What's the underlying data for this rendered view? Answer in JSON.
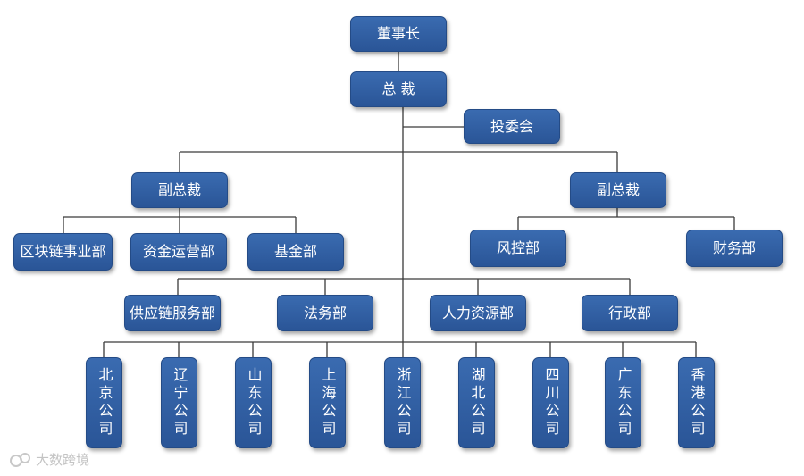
{
  "chairman": "董事长",
  "president": "总 裁",
  "investment_committee": "投委会",
  "vp_left": {
    "label": "副总裁",
    "departments": [
      "区块链事业部",
      "资金运营部",
      "基金部"
    ]
  },
  "vp_right": {
    "label": "副总裁",
    "departments": [
      "风控部",
      "财务部"
    ]
  },
  "central_departments": [
    "供应链服务部",
    "法务部",
    "人力资源部",
    "行政部"
  ],
  "companies": [
    "北京公司",
    "辽宁公司",
    "山东公司",
    "上海公司",
    "浙江公司",
    "湖北公司",
    "四川公司",
    "广东公司",
    "香港公司"
  ],
  "watermark": "大数跨境",
  "colors": {
    "box": "#2f5fa3",
    "line": "#333333"
  }
}
